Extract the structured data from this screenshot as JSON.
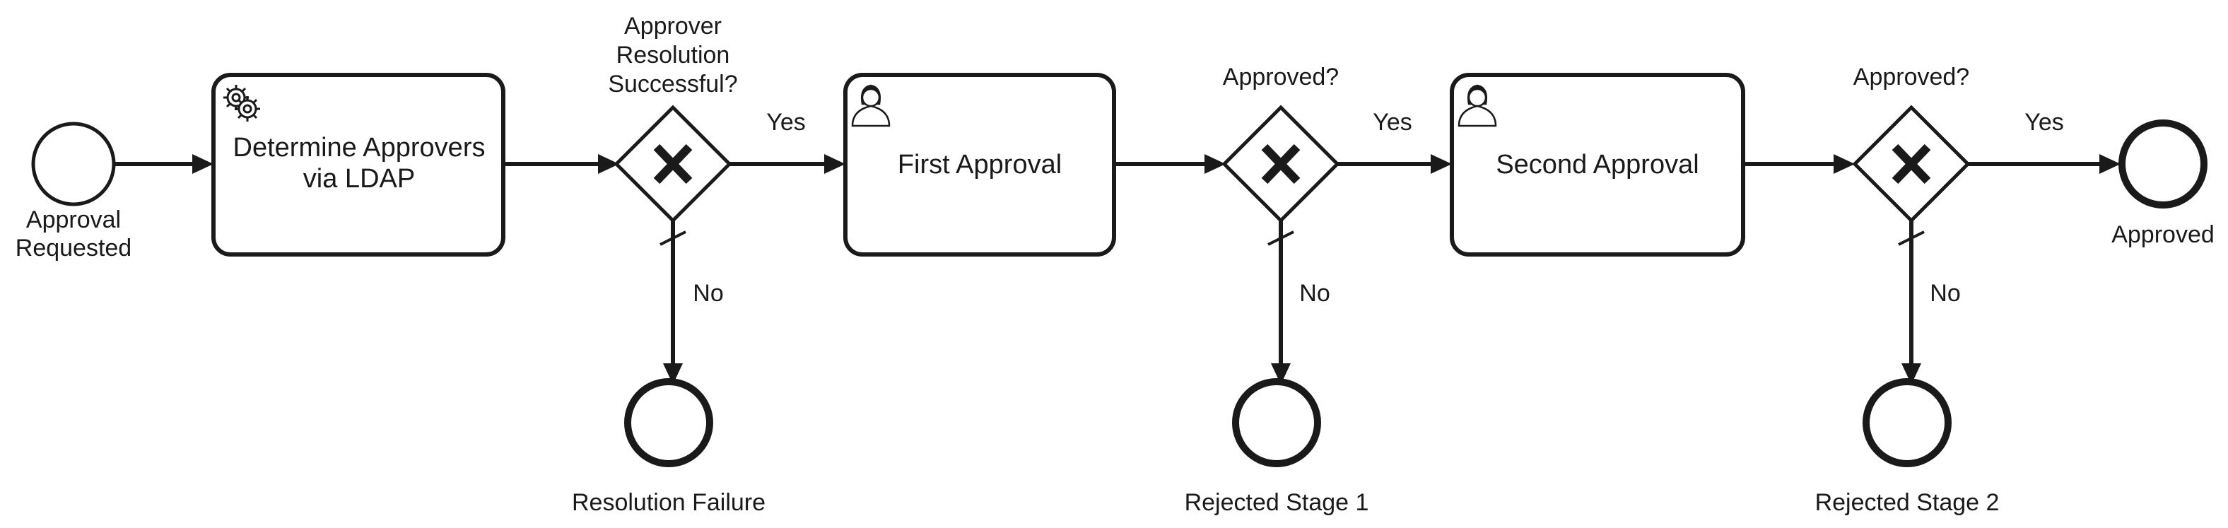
{
  "diagram": {
    "start_event": {
      "label_lines": [
        "Approval",
        "Requested"
      ]
    },
    "task_ldap": {
      "label_lines": [
        "Determine Approvers",
        "via LDAP"
      ],
      "icon": "gear-icon"
    },
    "gateway_1": {
      "label_lines": [
        "Approver",
        "Resolution",
        "Successful?"
      ],
      "icon": "exclusive-x-icon"
    },
    "task_first": {
      "label": "First Approval",
      "icon": "user-icon"
    },
    "gateway_2": {
      "label": "Approved?",
      "icon": "exclusive-x-icon"
    },
    "task_second": {
      "label": "Second Approval",
      "icon": "user-icon"
    },
    "gateway_3": {
      "label": "Approved?",
      "icon": "exclusive-x-icon"
    },
    "end_approved": {
      "label": "Approved"
    },
    "end_resolution_failure": {
      "label": "Resolution Failure"
    },
    "end_rejected_1": {
      "label": "Rejected Stage 1"
    },
    "end_rejected_2": {
      "label": "Rejected Stage 2"
    },
    "flows": {
      "yes_1": "Yes",
      "yes_2": "Yes",
      "yes_3": "Yes",
      "no_1": "No",
      "no_2": "No",
      "no_3": "No"
    },
    "colors": {
      "stroke": "#1a1a1a",
      "fill": "#ffffff"
    }
  }
}
